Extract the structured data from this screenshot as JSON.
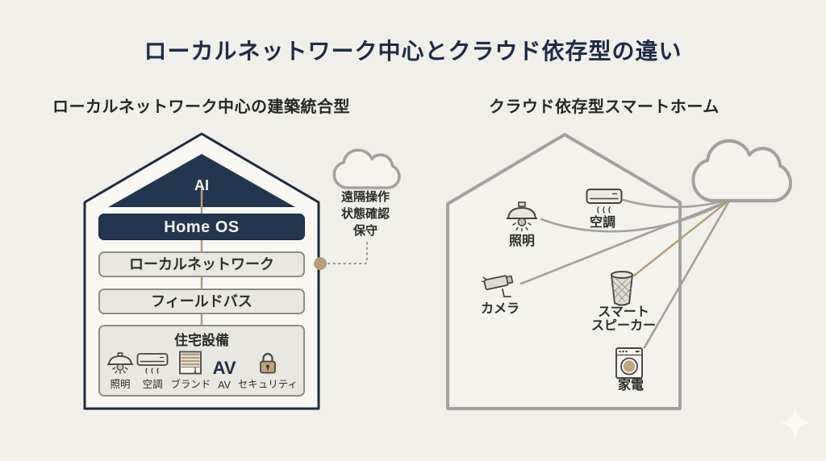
{
  "page": {
    "title": "ローカルネットワーク中心とクラウド依存型の違い"
  },
  "left": {
    "heading": "ローカルネットワーク中心の建築統合型",
    "house": {
      "roof_label": "AI",
      "os_label": "Home OS",
      "network_label": "ローカルネットワーク",
      "fieldbus_label": "フィールドバス",
      "equipment": {
        "title": "住宅設備",
        "items": [
          {
            "icon": "pendant-light-icon",
            "label": "照明"
          },
          {
            "icon": "air-conditioner-icon",
            "label": "空調"
          },
          {
            "icon": "blinds-icon",
            "label": "ブランド"
          },
          {
            "icon": "av-text-icon",
            "icon_text": "AV",
            "label": "AV"
          },
          {
            "icon": "padlock-icon",
            "label": "セキュリティ"
          }
        ]
      }
    },
    "cloud": {
      "lines": [
        "遠隔操作",
        "状態確認",
        "保守"
      ]
    }
  },
  "right": {
    "heading": "クラウド依存型スマートホーム",
    "devices": {
      "light": {
        "label": "照明"
      },
      "aircon": {
        "label": "空調"
      },
      "camera": {
        "label": "カメラ"
      },
      "speaker": {
        "label_line1": "スマート",
        "label_line2": "スピーカー"
      },
      "appliance": {
        "label": "家電"
      }
    }
  },
  "colors": {
    "background": "#f0efe9",
    "navy": "#243550",
    "navy_outline": "#1f2b43",
    "tan_accent": "#b49d79",
    "gray_outline": "#a3a19d",
    "bar_fill": "#e9e7e1"
  }
}
